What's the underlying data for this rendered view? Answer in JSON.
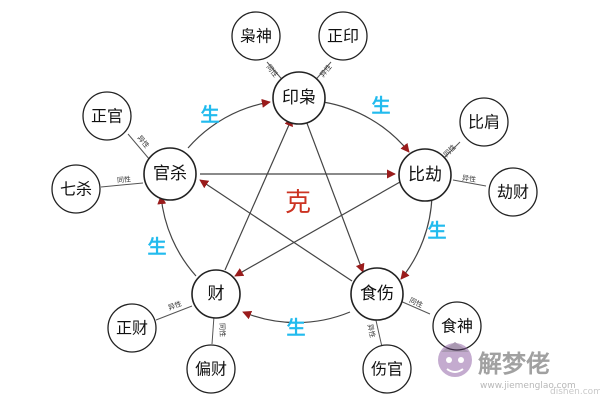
{
  "colors": {
    "sheng": "#22bbee",
    "ke": "#cc3322",
    "arrow": "#9a1c1c",
    "line": "#444444"
  },
  "nodes": {
    "yinxiao": "印枭",
    "bijie": "比劫",
    "shishang": "食伤",
    "cai": "财",
    "guansha": "官杀"
  },
  "satellites": {
    "xiaoshen": "枭神",
    "zhengyin": "正印",
    "bijian": "比肩",
    "jiecai": "劫财",
    "shishen": "食神",
    "shangguan": "伤官",
    "piancai": "偏财",
    "zhengcai": "正财",
    "qisha": "七杀",
    "zhengguan": "正官"
  },
  "connector_labels": {
    "tong": "同性",
    "yi": "异性"
  },
  "cycle": {
    "sheng": "生",
    "ke": "克"
  },
  "watermark": {
    "brand": "解梦佬",
    "url": "www.jiemenglao.com",
    "corner": "dishen.com"
  }
}
